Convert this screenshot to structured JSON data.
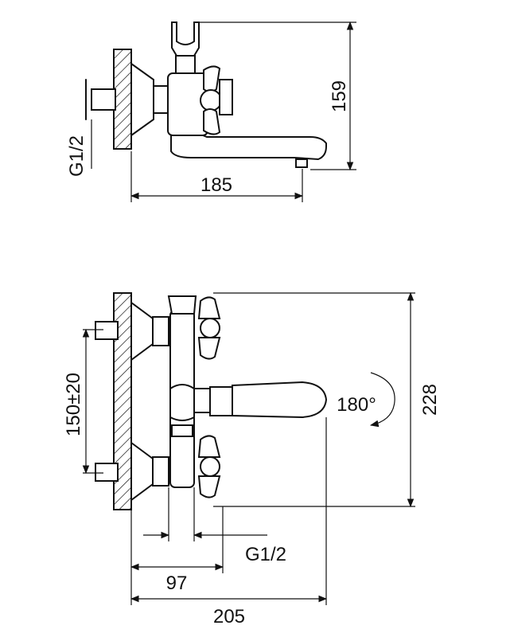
{
  "top_view": {
    "dim_width": "185",
    "dim_height": "159",
    "thread_label": "G1/2"
  },
  "front_view": {
    "dim_spacing": "150±20",
    "dim_height": "228",
    "rotation_label": "180°",
    "thread_label": "G1/2",
    "dim_offset": "97",
    "dim_total": "205"
  },
  "colors": {
    "line": "#111111",
    "background": "#ffffff"
  }
}
